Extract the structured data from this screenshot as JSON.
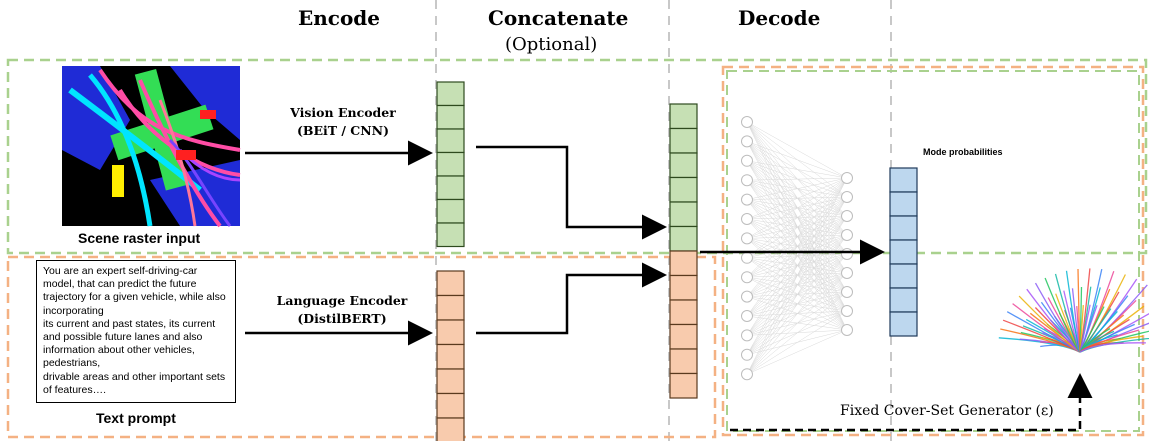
{
  "headers": {
    "encode": "Encode",
    "concatenate": "Concatenate",
    "optional": "(Optional)",
    "decode": "Decode"
  },
  "encoders": {
    "vision_line1": "Vision Encoder",
    "vision_line2": "(BEiT / CNN)",
    "language_line1": "Language Encoder",
    "language_line2": "(DistilBERT)"
  },
  "captions": {
    "scene": "Scene raster input",
    "text": "Text prompt"
  },
  "prompt_text": "You are an expert self-driving-car model, that can predict the future trajectory for a given vehicle, while also incorporating\nits current and past states, its current and possible future lanes and also information about other vehicles, pedestrians,\ndrivable areas and other important sets of features….",
  "decode": {
    "mode_probabilities": "Mode probabilities",
    "generator": "Fixed Cover-Set Generator (ε)"
  },
  "colors": {
    "green_fill": "#c6e0b4",
    "orange_fill": "#f8cbad",
    "blue_fill": "#bdd7ee",
    "green_border": "#a9d18e",
    "orange_border": "#f4b183",
    "divider": "#c8c8c8"
  }
}
